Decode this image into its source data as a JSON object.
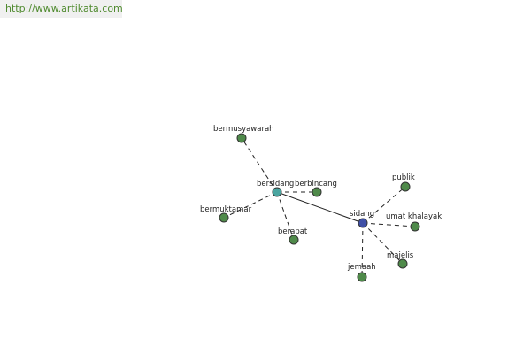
{
  "banner": {
    "url_text": "http://www.artikata.com"
  },
  "colors": {
    "leaf": "#4f8a4a",
    "hub_primary": "#3f4fa6",
    "hub_secondary": "#4aa5a0"
  },
  "graph": {
    "nodes": [
      {
        "id": "sidang",
        "label": "sidang",
        "role": "hub_primary"
      },
      {
        "id": "bersidang",
        "label": "bersidang",
        "role": "hub_secondary"
      },
      {
        "id": "berbincang",
        "label": "berbincang",
        "role": "leaf"
      },
      {
        "id": "bermusyawarah",
        "label": "bermusyawarah",
        "role": "leaf"
      },
      {
        "id": "bermuktamar",
        "label": "bermuktamar",
        "role": "leaf"
      },
      {
        "id": "berapat",
        "label": "berapat",
        "role": "leaf"
      },
      {
        "id": "publik",
        "label": "publik",
        "role": "leaf"
      },
      {
        "id": "umat-khalayak",
        "label": "umat khalayak",
        "role": "leaf"
      },
      {
        "id": "majelis",
        "label": "majelis",
        "role": "leaf"
      },
      {
        "id": "jemaah",
        "label": "jemaah",
        "role": "leaf"
      }
    ],
    "edges": [
      {
        "from": "sidang",
        "to": "bersidang",
        "style": "solid"
      },
      {
        "from": "bersidang",
        "to": "berbincang",
        "style": "dashed"
      },
      {
        "from": "bersidang",
        "to": "bermusyawarah",
        "style": "dashed"
      },
      {
        "from": "bersidang",
        "to": "bermuktamar",
        "style": "dashed"
      },
      {
        "from": "bersidang",
        "to": "berapat",
        "style": "dashed"
      },
      {
        "from": "sidang",
        "to": "publik",
        "style": "dashed"
      },
      {
        "from": "sidang",
        "to": "umat-khalayak",
        "style": "dashed"
      },
      {
        "from": "sidang",
        "to": "majelis",
        "style": "dashed"
      },
      {
        "from": "sidang",
        "to": "jemaah",
        "style": "dashed"
      }
    ]
  }
}
